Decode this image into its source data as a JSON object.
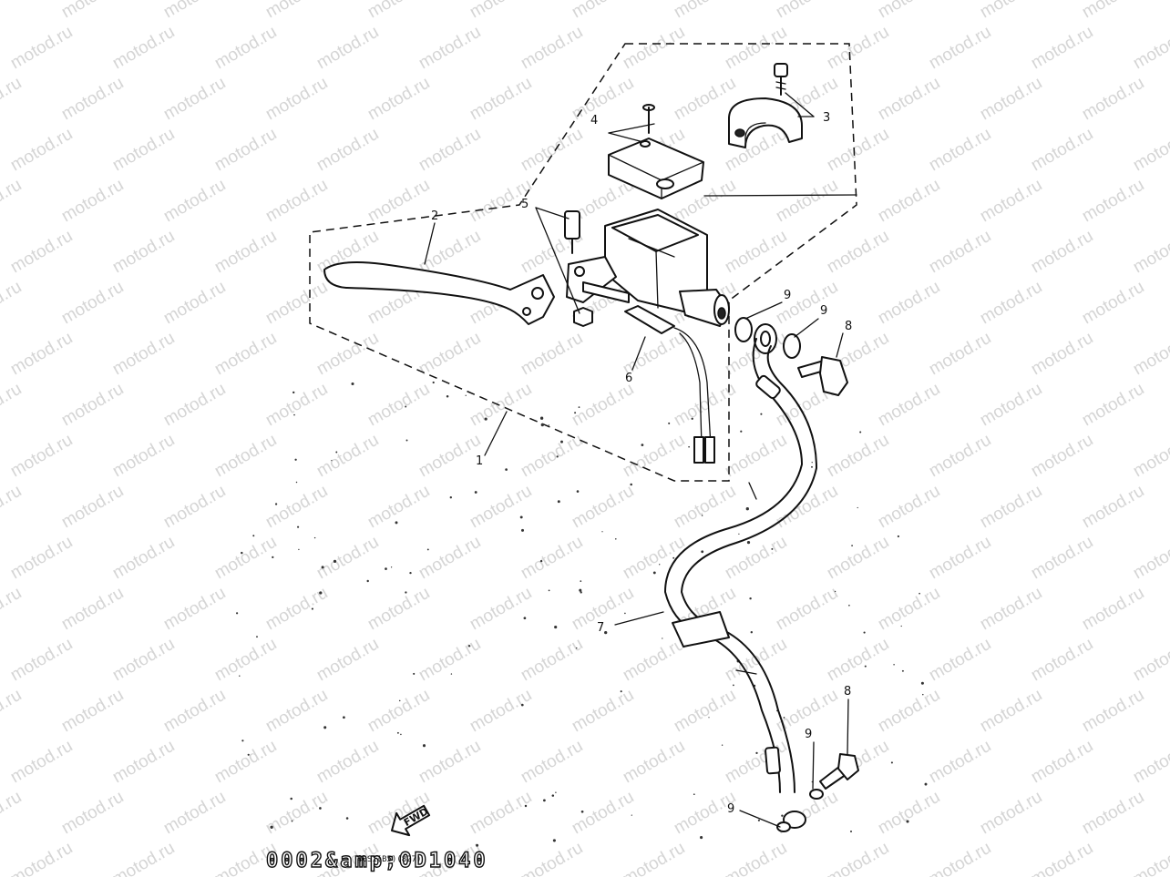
{
  "watermark": {
    "text": "motod.ru"
  },
  "callouts": [
    {
      "id": "1",
      "label": "1"
    },
    {
      "id": "2",
      "label": "2"
    },
    {
      "id": "3",
      "label": "3"
    },
    {
      "id": "4",
      "label": "4"
    },
    {
      "id": "5",
      "label": "5"
    },
    {
      "id": "6",
      "label": "6"
    },
    {
      "id": "7",
      "label": "7"
    },
    {
      "id": "8a",
      "label": "8"
    },
    {
      "id": "8b",
      "label": "8"
    },
    {
      "id": "9a",
      "label": "9"
    },
    {
      "id": "9b",
      "label": "9"
    },
    {
      "id": "9c",
      "label": "9"
    },
    {
      "id": "9d",
      "label": "9"
    }
  ],
  "fwd_arrow": {
    "label": "FWD"
  },
  "figure_code": {
    "main": "0002&amp;OD1040",
    "sub": "40S1(B5)(827)"
  }
}
